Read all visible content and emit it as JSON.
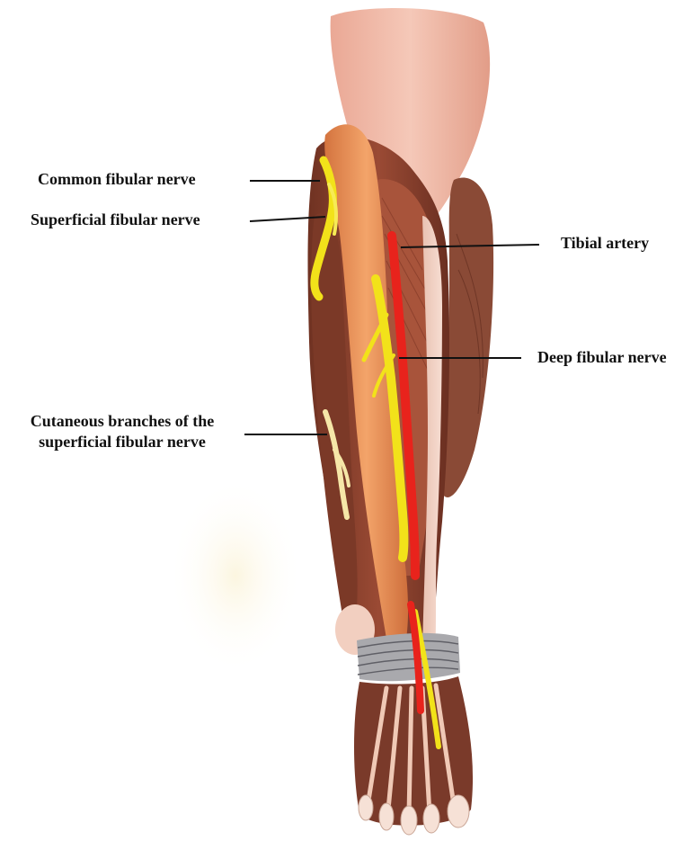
{
  "diagram": {
    "labels": {
      "common_fibular_nerve": "Common fibular nerve",
      "superficial_fibular_nerve": "Superficial fibular nerve",
      "tibial_artery": "Tibial artery",
      "deep_fibular_nerve": "Deep fibular nerve",
      "cutaneous_branches_line1": "Cutaneous branches of the",
      "cutaneous_branches_line2": "superficial fibular nerve"
    },
    "colors": {
      "nerve": "#f2e21a",
      "artery": "#e8231c",
      "muscle_dark": "#8a3f2c",
      "muscle_light": "#e8945a",
      "thigh_skin": "#f1b9a8",
      "retinaculum": "#a9a9ad",
      "leader_line": "#111111"
    },
    "icons": {
      "illustration": "leg-anatomy-illustration"
    }
  }
}
